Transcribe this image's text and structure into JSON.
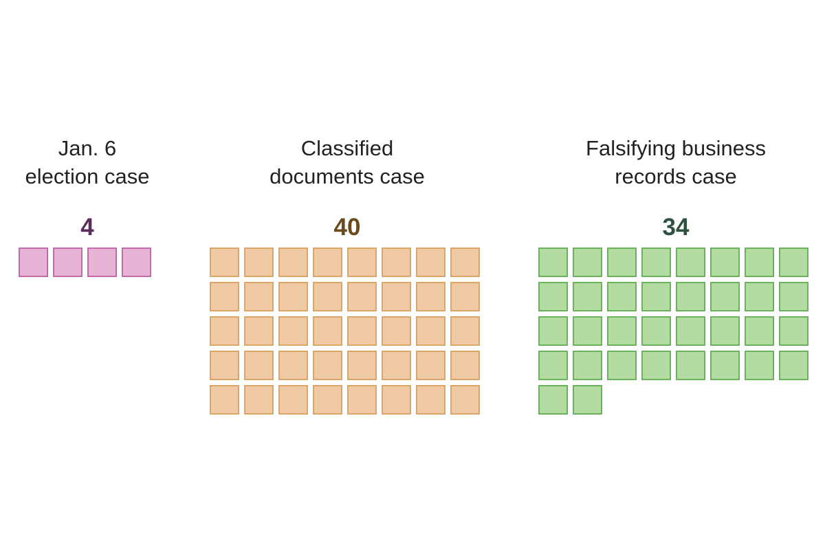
{
  "chart_data": {
    "type": "waffle",
    "groups": [
      {
        "title_lines": [
          "Jan. 6",
          "election case"
        ],
        "count_label": "4",
        "value": 4,
        "columns": 4,
        "fill": "#e8b4d6",
        "stroke": "#c06aab",
        "count_color": "#5b2d5c"
      },
      {
        "title_lines": [
          "Classified",
          "documents case"
        ],
        "count_label": "40",
        "value": 40,
        "columns": 8,
        "fill": "#efcaa4",
        "stroke": "#dba663",
        "count_color": "#6b4a1e"
      },
      {
        "title_lines": [
          "Falsifying business",
          "records case"
        ],
        "count_label": "34",
        "value": 34,
        "columns": 8,
        "fill": "#b4dca2",
        "stroke": "#69b45a",
        "count_color": "#2f5240"
      }
    ]
  }
}
